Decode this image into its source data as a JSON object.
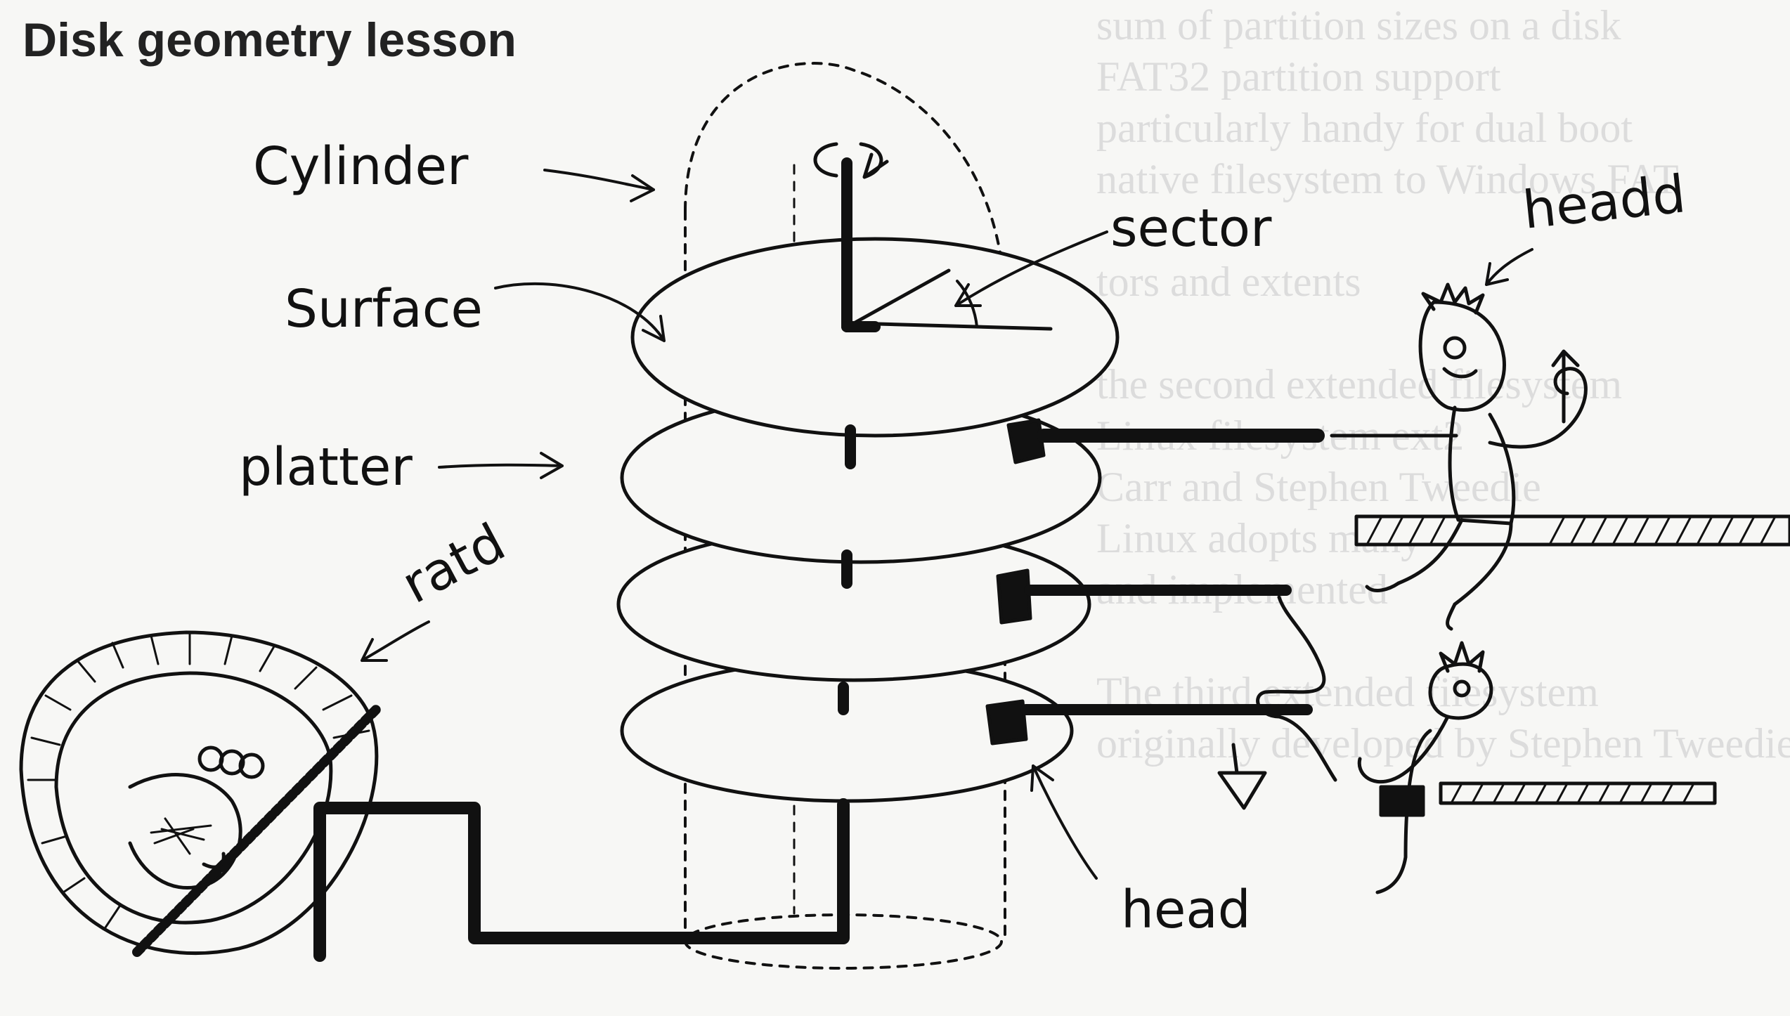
{
  "title": "Disk geometry lesson",
  "labels": {
    "cylinder": "Cylinder",
    "sector": "sector",
    "surface": "Surface",
    "platter": "platter",
    "ratd": "ratd",
    "head": "head",
    "headd": "headd"
  },
  "bleed_through": [
    "sum of partition sizes on a disk",
    "FAT32 partition support",
    "particularly handy for dual boot",
    "native filesystem to Windows FAT",
    "",
    "tors and extents",
    "",
    "the second extended filesystem",
    "Linux filesystem ext2",
    "Carr and Stephen Tweedie",
    "Linux adopts many",
    "and implemented",
    "",
    "The third extended filesystem",
    "originally developed by Stephen Tweedie"
  ],
  "colors": {
    "ink": "#111111",
    "paper": "#f7f7f5",
    "bleed": "#dcdcdc"
  }
}
